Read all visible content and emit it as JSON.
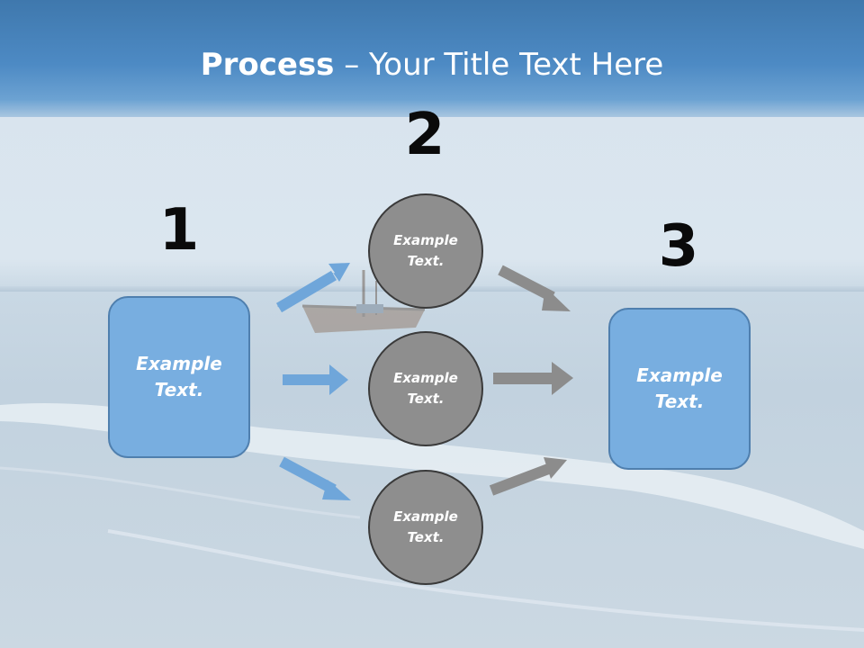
{
  "title": {
    "bold": "Process",
    "rest": " – Your Title Text Here"
  },
  "steps": {
    "one": "1",
    "two": "2",
    "three": "3"
  },
  "left_box": {
    "line1": "Example",
    "line2": "Text."
  },
  "right_box": {
    "line1": "Example",
    "line2": "Text."
  },
  "circles": [
    {
      "line1": "Example",
      "line2": "Text."
    },
    {
      "line1": "Example",
      "line2": "Text."
    },
    {
      "line1": "Example",
      "line2": "Text."
    }
  ],
  "colors": {
    "blue_box": "#78aee0",
    "blue_arrow": "#6fa6da",
    "gray_circle": "#8e8e8e",
    "gray_arrow": "#8c8c8c"
  }
}
